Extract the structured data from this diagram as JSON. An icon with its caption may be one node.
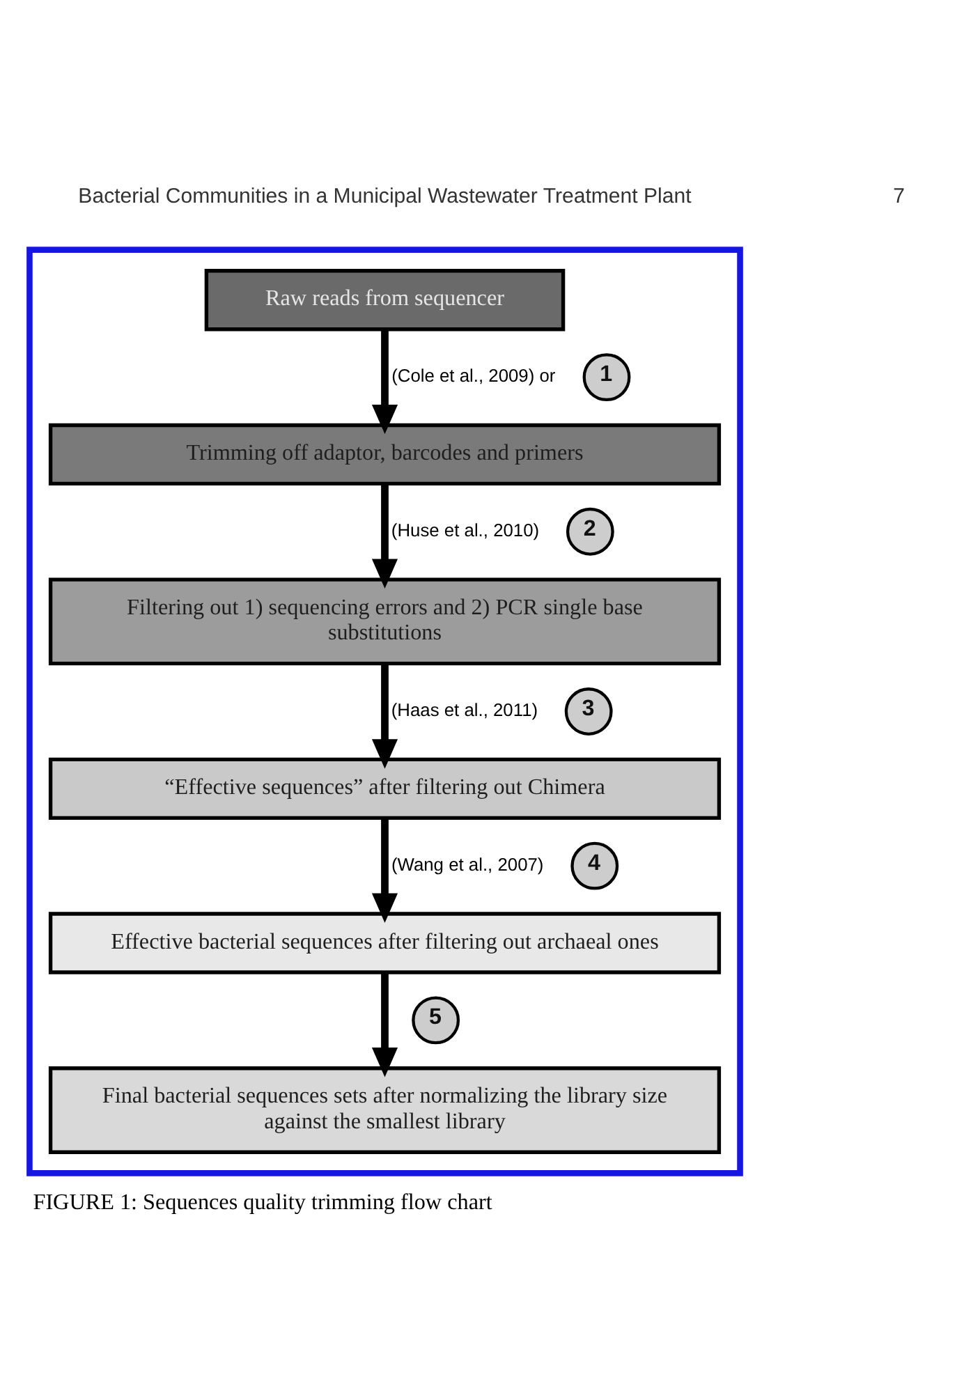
{
  "diagram": {
    "caption": "FIGURE 1: Sequences quality trimming flow chart",
    "nodes": [
      {
        "text": [],
        "shape": "box"
      },
      {
        "text": [
          "Raw reads from sequencer"
        ],
        "in": 0
      },
      {
        "text": [
          "1"
        ],
        "in": 0
      },
      {
        "text": [
          "Trimming off adaptor, barcodes and primers"
        ],
        "in": 0
      },
      {
        "text": [
          "2"
        ],
        "in": 0
      },
      {
        "text": [
          "Filtering out 1) sequencing errors and 2) PCR single base substitutions"
        ],
        "in": 0
      },
      {
        "text": [
          "3"
        ],
        "in": 0
      },
      {
        "text": [
          "“Effective sequences” after filtering out Chimera"
        ],
        "in": 0
      },
      {
        "text": [
          "4"
        ],
        "in": 0
      },
      {
        "text": [
          "Effective bacterial sequences after filtering out archaeal ones"
        ],
        "in": 0
      },
      {
        "text": [
          "5"
        ],
        "in": 0
      },
      {
        "text": [
          "Final bacterial sequences sets after normalizing the library size against the smallest library"
        ],
        "in": 0
      }
    ],
    "edges": [
      {
        "from": 1,
        "to": 3,
        "arrow": "to",
        "label": "(Cole et al., 2009) or"
      },
      {
        "from": 3,
        "to": 5,
        "arrow": "to",
        "label": "(Huse et al., 2010)"
      },
      {
        "from": 5,
        "to": 7,
        "arrow": "to",
        "label": "(Haas et al., 2011)"
      },
      {
        "from": 7,
        "to": 9,
        "arrow": "to",
        "label": "(Wang et al., 2007)"
      },
      {
        "from": 9,
        "to": 11,
        "arrow": "to"
      }
    ],
    "labels": [
      "Bacterial Communities in a Municipal Wastewater Treatment Plant",
      "7"
    ]
  }
}
